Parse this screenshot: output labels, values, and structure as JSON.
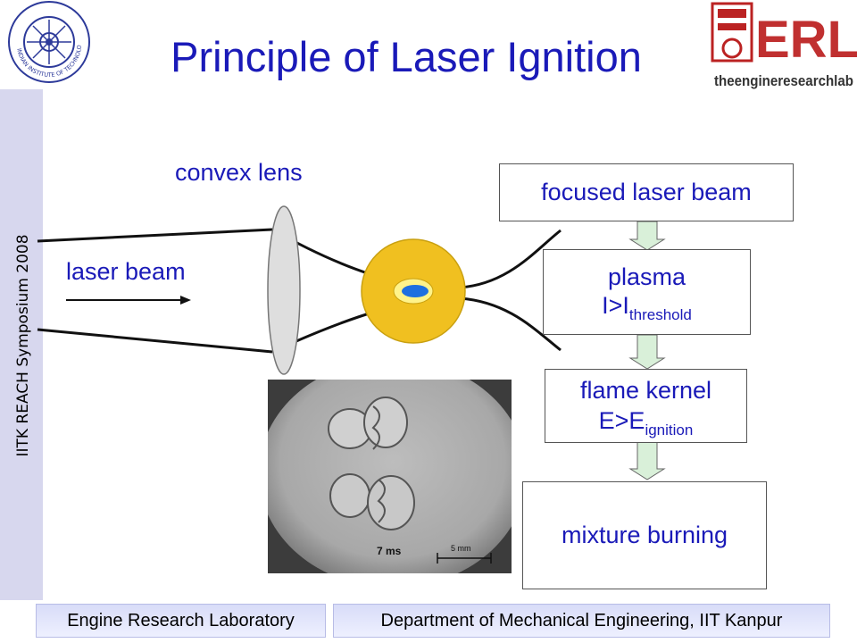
{
  "sidebar": {
    "text": "IITK REACH Symposium 2008"
  },
  "title": "Principle of Laser Ignition",
  "logos": {
    "left_logo_text": "INDIAN INSTITUTE OF TECHNOLOGY KANPUR",
    "right_logo_main": "ERL",
    "right_logo_sub": "theengineresearchlab"
  },
  "diagram": {
    "convex_lens_label": "convex lens",
    "laser_beam_label": "laser beam",
    "photo": {
      "time_label": "7 ms",
      "scale_label": "5 mm"
    }
  },
  "boxes": {
    "focused": "focused laser beam",
    "plasma": {
      "line1": "plasma",
      "base": "I>I",
      "sub": "threshold"
    },
    "flame": {
      "line1": "flame kernel",
      "base": "E>E",
      "sub": "ignition"
    },
    "mixture": "mixture burning"
  },
  "footer": {
    "left": "Engine Research Laboratory",
    "right": "Department of Mechanical Engineering, IIT Kanpur"
  }
}
